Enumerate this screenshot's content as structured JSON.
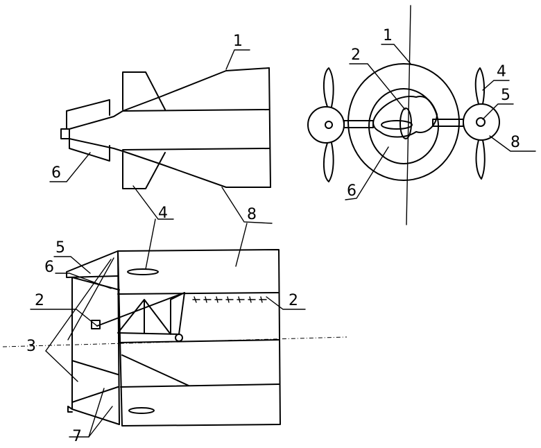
{
  "figure": {
    "top_view": {
      "labels": {
        "body": "1",
        "propeller": "4",
        "tail": "6",
        "housing": "8"
      }
    },
    "front_view": {
      "labels": {
        "body": "1",
        "blade": "2",
        "propeller": "4",
        "hub": "5",
        "tail": "6",
        "housing": "8"
      }
    },
    "side_view": {
      "labels": {
        "hub": "5",
        "tail": "6",
        "blade_left": "2",
        "brace": "3",
        "strut": "7",
        "blade_right": "2"
      }
    }
  }
}
